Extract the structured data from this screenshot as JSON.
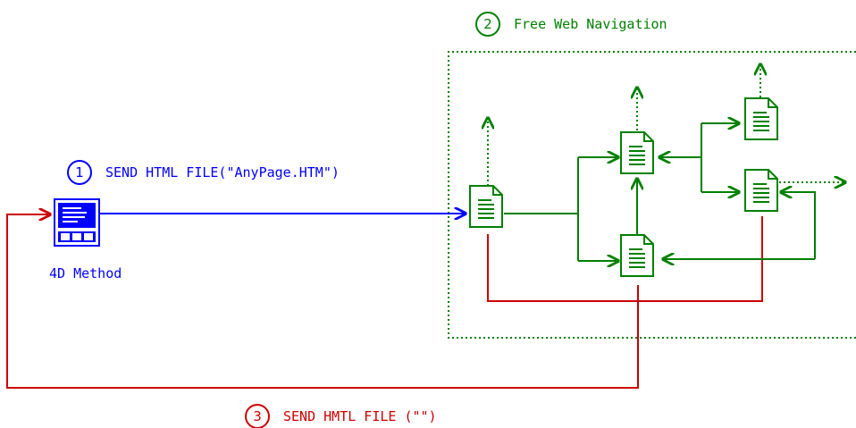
{
  "labels": {
    "step1_number": "1",
    "step1_text": "SEND HTML FILE(\"AnyPage.HTM\")",
    "step2_number": "2",
    "step2_text": "Free Web Navigation",
    "step3_number": "3",
    "step3_text": "SEND HMTL FILE (\"\")",
    "method_label": "4D Method"
  },
  "colors": {
    "blue": "#0000ff",
    "green": "#008000",
    "red": "#cc0000",
    "black": "#000000"
  },
  "icons": {
    "method": "4d-method-icon",
    "page": "html-page-icon"
  }
}
